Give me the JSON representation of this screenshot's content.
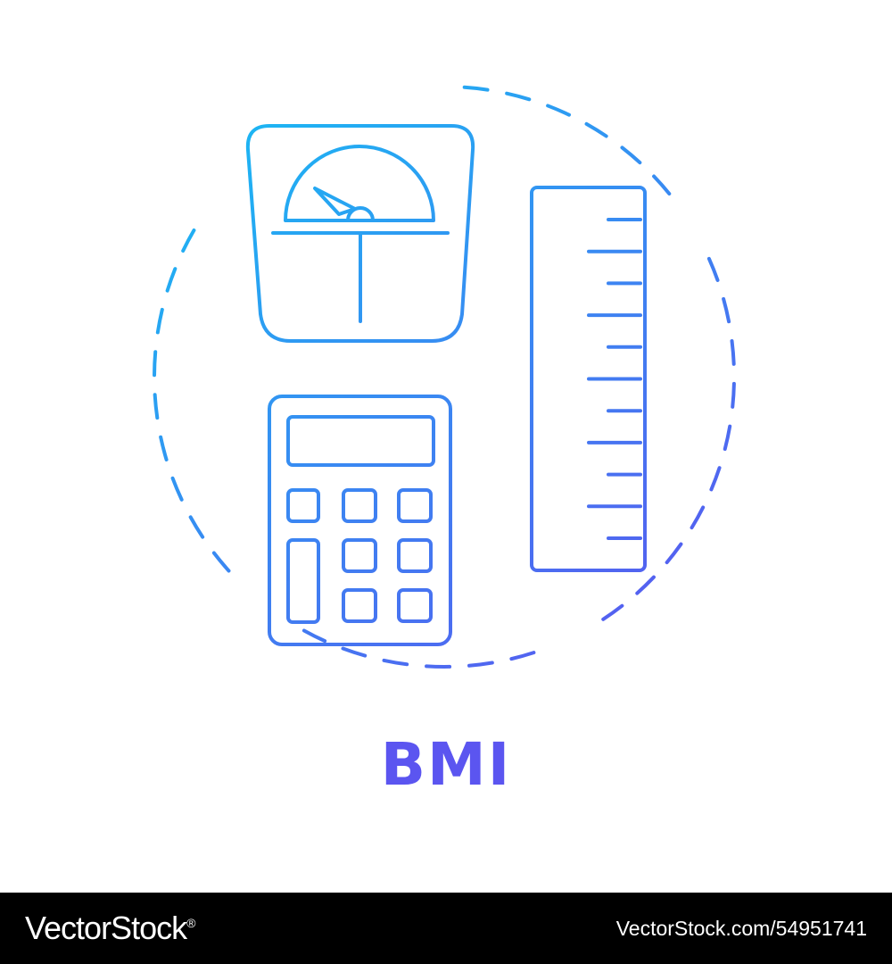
{
  "caption": {
    "text": "BMI",
    "color": "#5b55f0"
  },
  "icon_gradient": {
    "start_color": "#1bb7f3",
    "end_color": "#5b55f0"
  },
  "icons": [
    "weighing-scale-icon",
    "calculator-icon",
    "ruler-icon",
    "dashed-circle"
  ],
  "footer": {
    "brand": "VectorStock",
    "brand_mark": "®",
    "image_id": "VectorStock.com/54951741",
    "background": "#000000",
    "text_color": "#ffffff"
  }
}
